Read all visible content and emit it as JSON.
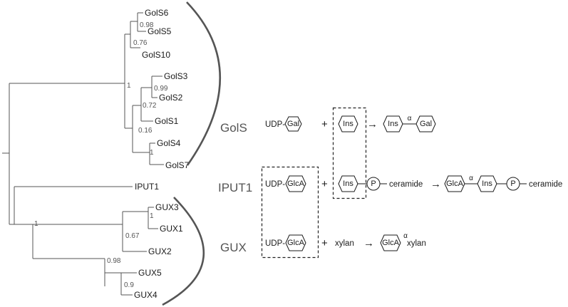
{
  "tree": {
    "leaves": [
      "GolS6",
      "GolS5",
      "GolS10",
      "GolS3",
      "GolS2",
      "GolS1",
      "GolS4",
      "GolS7",
      "IPUT1",
      "GUX3",
      "GUX1",
      "GUX2",
      "GUX5",
      "GUX4"
    ],
    "supports": [
      "0.98",
      "0.76",
      "0.99",
      "0.72",
      "0.16",
      "1",
      "1",
      "1",
      "1",
      "0.67",
      "0.98",
      "0.9"
    ]
  },
  "groups": {
    "gols": "GolS",
    "iput": "IPUT1",
    "gux": "GUX"
  },
  "reactions": {
    "gols": {
      "donor_prefix": "UDP-",
      "donor": "Gal",
      "plus": "+",
      "acceptor": "Ins",
      "arrow": "→",
      "prod_a": "Ins",
      "bond": "α",
      "prod_b": "Gal"
    },
    "iput": {
      "donor_prefix": "UDP-",
      "donor": "GlcA",
      "plus": "+",
      "acceptor": "Ins",
      "phosphate": "P",
      "tail": "ceramide",
      "arrow": "→",
      "prod_a": "GlcA",
      "bond": "α",
      "prod_b": "Ins",
      "prod_phosphate": "P",
      "prod_tail": "ceramide"
    },
    "gux": {
      "donor_prefix": "UDP-",
      "donor": "GlcA",
      "plus": "+",
      "acceptor": "xylan",
      "arrow": "→",
      "prod_a": "GlcA",
      "bond": "α",
      "prod_b": "xylan"
    }
  }
}
